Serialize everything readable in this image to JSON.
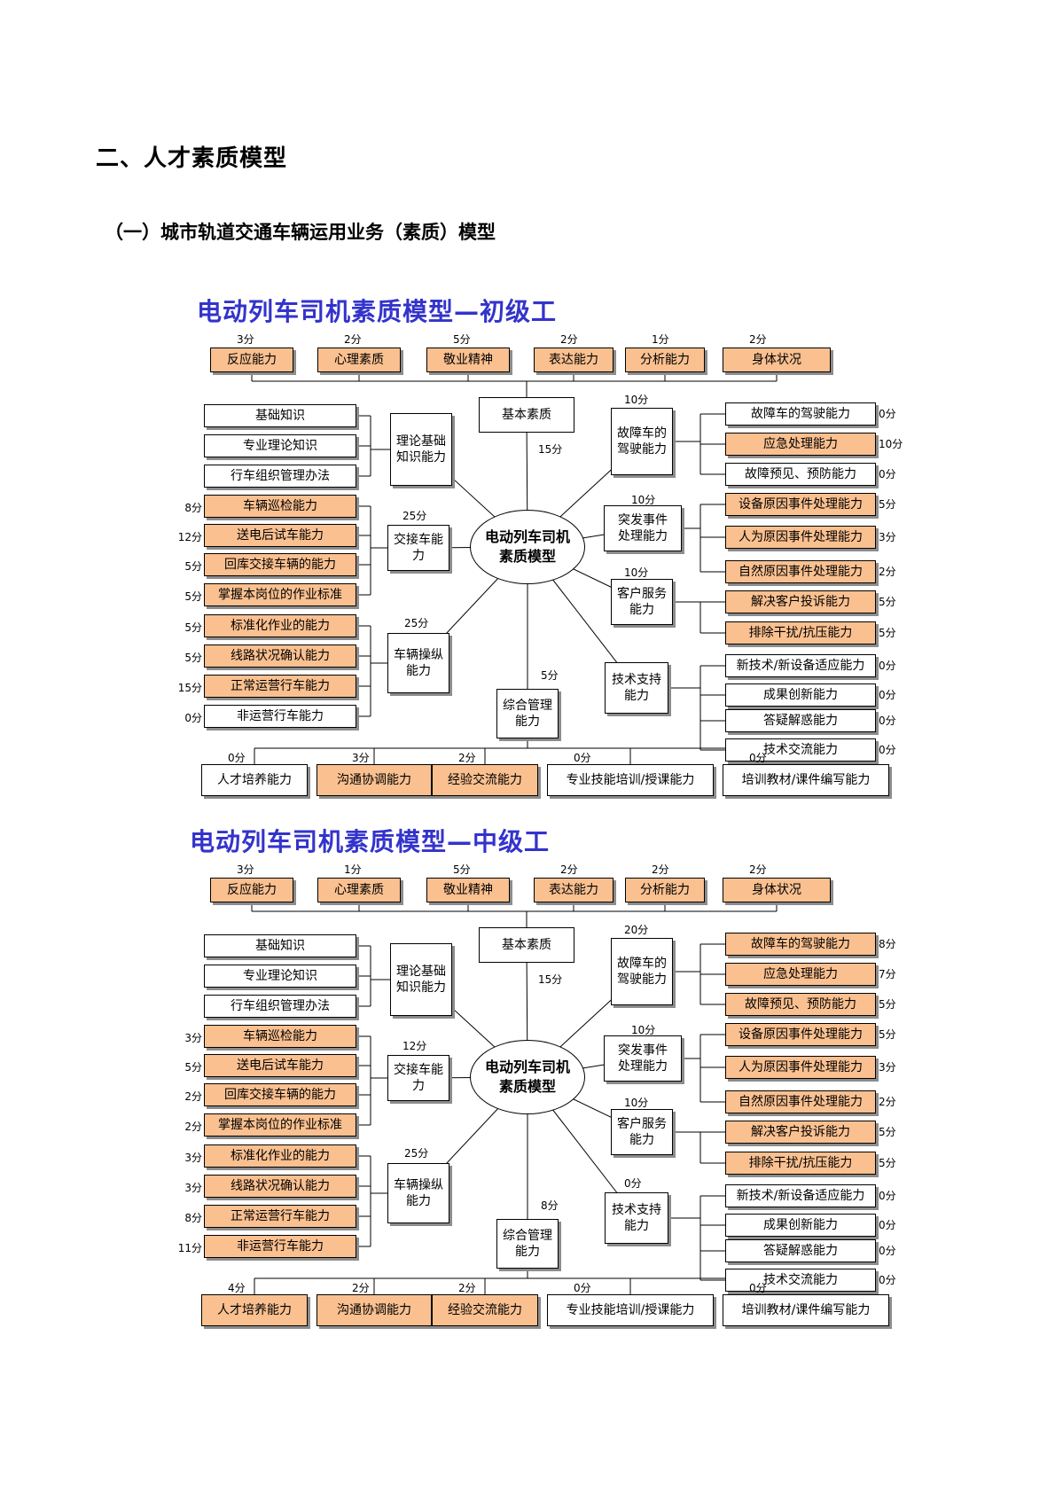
{
  "heading": "二、人才素质模型",
  "subheading": "（一）城市轨道交通车辆运用业务（素质）模型",
  "diagrams": [
    {
      "title": "电动列车司机素质模型—初级工",
      "center": "电动列车司机素质模型",
      "categories": [
        {
          "id": "basic",
          "label": "基本素质",
          "score": "15分"
        },
        {
          "id": "theory",
          "label": "理论基础知识能力",
          "score": ""
        },
        {
          "id": "handover",
          "label": "交接车能力",
          "score": "25分"
        },
        {
          "id": "operate",
          "label": "车辆操纵能力",
          "score": "25分"
        },
        {
          "id": "mgmt",
          "label": "综合管理能力",
          "score": "5分"
        },
        {
          "id": "fault",
          "label": "故障车的驾驶能力",
          "score": "10分"
        },
        {
          "id": "emergency",
          "label": "突发事件处理能力",
          "score": "10分"
        },
        {
          "id": "service",
          "label": "客户服务能力",
          "score": "10分"
        },
        {
          "id": "tech",
          "label": "技术支持能力",
          "score": ""
        }
      ],
      "top": [
        {
          "label": "反应能力",
          "score": "3分",
          "hl": true
        },
        {
          "label": "心理素质",
          "score": "2分",
          "hl": true
        },
        {
          "label": "敬业精神",
          "score": "5分",
          "hl": true
        },
        {
          "label": "表达能力",
          "score": "2分",
          "hl": true
        },
        {
          "label": "分析能力",
          "score": "1分",
          "hl": true
        },
        {
          "label": "身体状况",
          "score": "2分",
          "hl": true
        }
      ],
      "left": [
        {
          "label": "基础知识",
          "score": "",
          "hl": false
        },
        {
          "label": "专业理论知识",
          "score": "",
          "hl": false
        },
        {
          "label": "行车组织管理办法",
          "score": "",
          "hl": false
        },
        {
          "label": "车辆巡检能力",
          "score": "8分",
          "hl": true
        },
        {
          "label": "送电后试车能力",
          "score": "12分",
          "hl": true
        },
        {
          "label": "回库交接车辆的能力",
          "score": "5分",
          "hl": true
        },
        {
          "label": "掌握本岗位的作业标准",
          "score": "5分",
          "hl": true
        },
        {
          "label": "标准化作业的能力",
          "score": "5分",
          "hl": true
        },
        {
          "label": "线路状况确认能力",
          "score": "5分",
          "hl": true
        },
        {
          "label": "正常运营行车能力",
          "score": "15分",
          "hl": true
        },
        {
          "label": "非运营行车能力",
          "score": "0分",
          "hl": false
        }
      ],
      "right": [
        {
          "label": "故障车的驾驶能力",
          "score": "0分",
          "hl": false
        },
        {
          "label": "应急处理能力",
          "score": "10分",
          "hl": true
        },
        {
          "label": "故障预见、预防能力",
          "score": "0分",
          "hl": false
        },
        {
          "label": "设备原因事件处理能力",
          "score": "5分",
          "hl": true
        },
        {
          "label": "人为原因事件处理能力",
          "score": "3分",
          "hl": true
        },
        {
          "label": "自然原因事件处理能力",
          "score": "2分",
          "hl": true
        },
        {
          "label": "解决客户投诉能力",
          "score": "5分",
          "hl": true
        },
        {
          "label": "排除干扰/抗压能力",
          "score": "5分",
          "hl": true
        },
        {
          "label": "新技术/新设备适应能力",
          "score": "0分",
          "hl": false
        },
        {
          "label": "成果创新能力",
          "score": "0分",
          "hl": false
        },
        {
          "label": "答疑解惑能力",
          "score": "0分",
          "hl": false
        },
        {
          "label": "技术交流能力",
          "score": "0分",
          "hl": false
        }
      ],
      "bottom": [
        {
          "label": "人才培养能力",
          "score": "0分",
          "hl": false
        },
        {
          "label": "沟通协调能力",
          "score": "3分",
          "hl": true
        },
        {
          "label": "经验交流能力",
          "score": "2分",
          "hl": true
        },
        {
          "label": "专业技能培训/授课能力",
          "score": "0分",
          "hl": false
        },
        {
          "label": "培训教材/课件编写能力",
          "score": "0分",
          "hl": false
        }
      ]
    },
    {
      "title": "电动列车司机素质模型—中级工",
      "center": "电动列车司机素质模型",
      "categories": [
        {
          "id": "basic",
          "label": "基本素质",
          "score": "15分"
        },
        {
          "id": "theory",
          "label": "理论基础知识能力",
          "score": ""
        },
        {
          "id": "handover",
          "label": "交接车能力",
          "score": "12分"
        },
        {
          "id": "operate",
          "label": "车辆操纵能力",
          "score": "25分"
        },
        {
          "id": "mgmt",
          "label": "综合管理能力",
          "score": "8分"
        },
        {
          "id": "fault",
          "label": "故障车的驾驶能力",
          "score": "20分"
        },
        {
          "id": "emergency",
          "label": "突发事件处理能力",
          "score": "10分"
        },
        {
          "id": "service",
          "label": "客户服务能力",
          "score": "10分"
        },
        {
          "id": "tech",
          "label": "技术支持能力",
          "score": "0分"
        }
      ],
      "top": [
        {
          "label": "反应能力",
          "score": "3分",
          "hl": true
        },
        {
          "label": "心理素质",
          "score": "1分",
          "hl": true
        },
        {
          "label": "敬业精神",
          "score": "5分",
          "hl": true
        },
        {
          "label": "表达能力",
          "score": "2分",
          "hl": true
        },
        {
          "label": "分析能力",
          "score": "2分",
          "hl": true
        },
        {
          "label": "身体状况",
          "score": "2分",
          "hl": true
        }
      ],
      "left": [
        {
          "label": "基础知识",
          "score": "",
          "hl": false
        },
        {
          "label": "专业理论知识",
          "score": "",
          "hl": false
        },
        {
          "label": "行车组织管理办法",
          "score": "",
          "hl": false
        },
        {
          "label": "车辆巡检能力",
          "score": "3分",
          "hl": true
        },
        {
          "label": "送电后试车能力",
          "score": "5分",
          "hl": true
        },
        {
          "label": "回库交接车辆的能力",
          "score": "2分",
          "hl": true
        },
        {
          "label": "掌握本岗位的作业标准",
          "score": "2分",
          "hl": true
        },
        {
          "label": "标准化作业的能力",
          "score": "3分",
          "hl": true
        },
        {
          "label": "线路状况确认能力",
          "score": "3分",
          "hl": true
        },
        {
          "label": "正常运营行车能力",
          "score": "8分",
          "hl": true
        },
        {
          "label": "非运营行车能力",
          "score": "11分",
          "hl": true
        }
      ],
      "right": [
        {
          "label": "故障车的驾驶能力",
          "score": "8分",
          "hl": true
        },
        {
          "label": "应急处理能力",
          "score": "7分",
          "hl": true
        },
        {
          "label": "故障预见、预防能力",
          "score": "5分",
          "hl": true
        },
        {
          "label": "设备原因事件处理能力",
          "score": "5分",
          "hl": true
        },
        {
          "label": "人为原因事件处理能力",
          "score": "3分",
          "hl": true
        },
        {
          "label": "自然原因事件处理能力",
          "score": "2分",
          "hl": true
        },
        {
          "label": "解决客户投诉能力",
          "score": "5分",
          "hl": true
        },
        {
          "label": "排除干扰/抗压能力",
          "score": "5分",
          "hl": true
        },
        {
          "label": "新技术/新设备适应能力",
          "score": "0分",
          "hl": false
        },
        {
          "label": "成果创新能力",
          "score": "0分",
          "hl": false
        },
        {
          "label": "答疑解惑能力",
          "score": "0分",
          "hl": false
        },
        {
          "label": "技术交流能力",
          "score": "0分",
          "hl": false
        }
      ],
      "bottom": [
        {
          "label": "人才培养能力",
          "score": "4分",
          "hl": true
        },
        {
          "label": "沟通协调能力",
          "score": "2分",
          "hl": true
        },
        {
          "label": "经验交流能力",
          "score": "2分",
          "hl": true
        },
        {
          "label": "专业技能培训/授课能力",
          "score": "0分",
          "hl": false
        },
        {
          "label": "培训教材/课件编写能力",
          "score": "0分",
          "hl": false
        }
      ]
    }
  ]
}
